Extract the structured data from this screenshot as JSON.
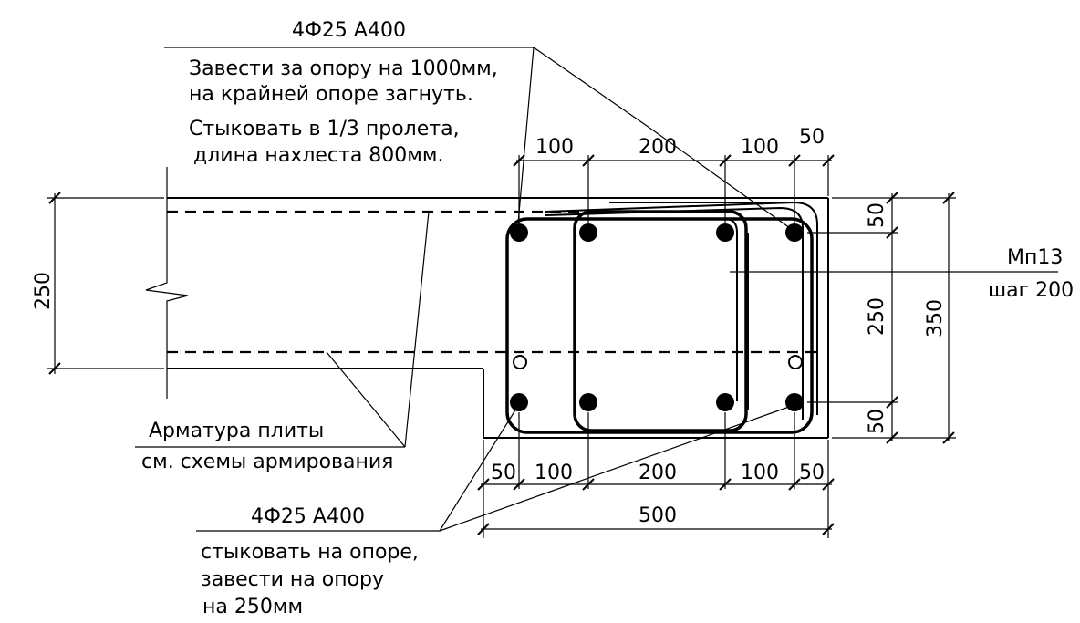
{
  "callouts": {
    "top_rebar": "4Ф25 А400",
    "top_note_1": "Завести за опору на 1000мм,",
    "top_note_2": "на крайней опоре загнуть.",
    "top_note_3": "Стыковать в 1/3 пролета,",
    "top_note_4": "длина нахлеста 800мм.",
    "stirrup_mark": "Мп13",
    "stirrup_step": "шаг 200",
    "slab_rebar_1": "Арматура плиты",
    "slab_rebar_2": "см. схемы армирования",
    "bottom_rebar": "4Ф25 А400",
    "bottom_note_1": "стыковать на опоре,",
    "bottom_note_2": "завести на опору",
    "bottom_note_3": "на 250мм"
  },
  "dimensions": {
    "top_1": "100",
    "top_2": "200",
    "top_3": "100",
    "top_4": "50",
    "bottom_1": "50",
    "bottom_2": "100",
    "bottom_3": "200",
    "bottom_4": "100",
    "bottom_5": "50",
    "overall_width": "500",
    "slab_thickness": "250",
    "right_1": "50",
    "right_2": "250",
    "right_3": "50",
    "overall_height": "350"
  }
}
